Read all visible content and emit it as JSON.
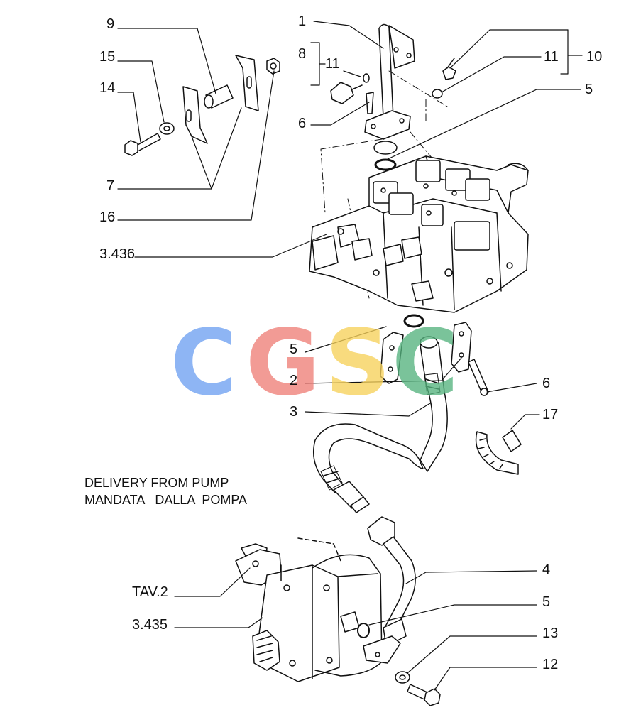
{
  "callouts": {
    "n1": "1",
    "n2": "2",
    "n3": "3",
    "n4": "4",
    "n5a": "5",
    "n5b": "5",
    "n5c": "5",
    "n6a": "6",
    "n6b": "6",
    "n7": "7",
    "n8": "8",
    "n9": "9",
    "n10": "10",
    "n11a": "11",
    "n11b": "11",
    "n12": "12",
    "n13": "13",
    "n14": "14",
    "n15": "15",
    "n16": "16",
    "n17": "17",
    "ref_valve": "3.436",
    "ref_pump": "3.435",
    "ref_tav": "TAV.2"
  },
  "caption": {
    "line1": "DELIVERY FROM PUMP",
    "line2": "MANDATA   DALLA  POMPA"
  },
  "watermark": {
    "letters": [
      "C",
      "G",
      "S",
      "C"
    ],
    "colors": [
      "#6fa1f2",
      "#ef7f78",
      "#f7d15a",
      "#55b37e"
    ]
  }
}
